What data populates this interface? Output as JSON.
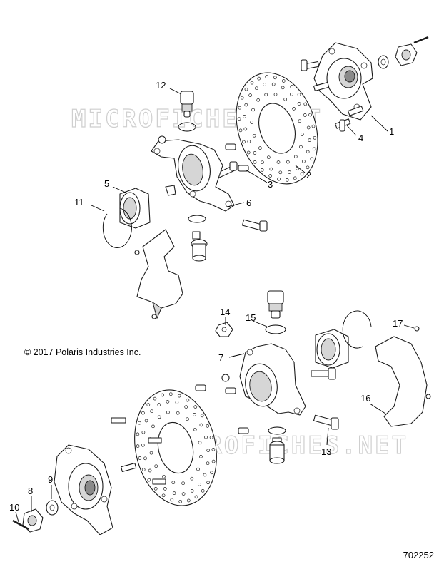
{
  "watermark": "MICROFICHES.NET",
  "copyright": "© 2017 Polaris Industries Inc.",
  "doc_number": "702252",
  "callouts": {
    "c1": "1",
    "c2": "2",
    "c3": "3",
    "c4": "4",
    "c5": "5",
    "c6": "6",
    "c7": "7",
    "c8": "8",
    "c9": "9",
    "c10": "10",
    "c11": "11",
    "c12": "12",
    "c13": "13",
    "c14": "14",
    "c15": "15",
    "c16": "16",
    "c17": "17"
  }
}
